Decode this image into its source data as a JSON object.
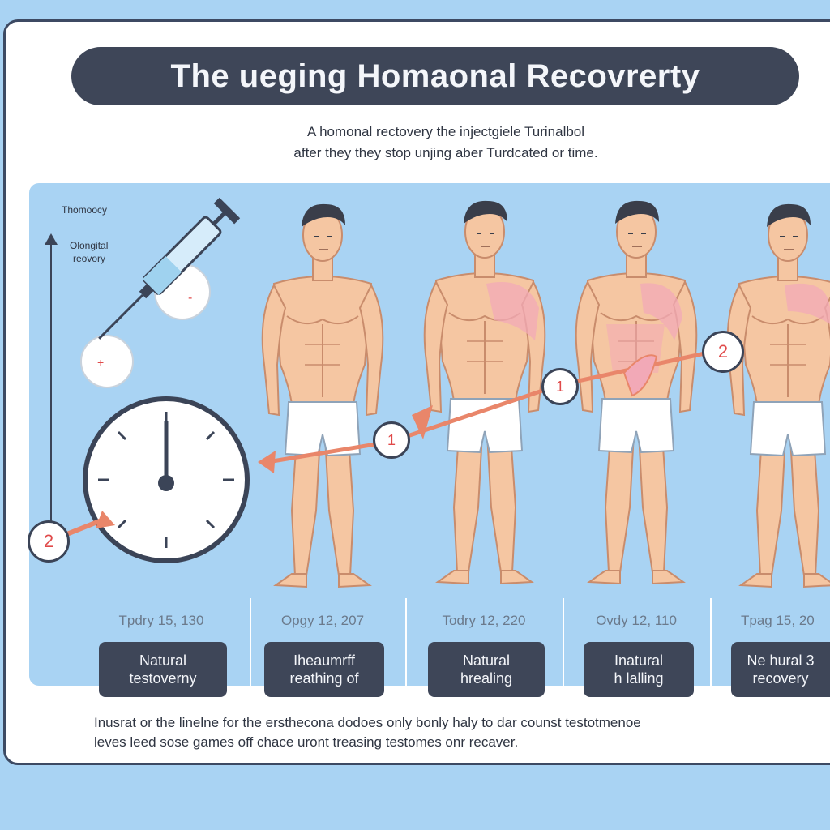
{
  "title": "The ueging Homaonal Recovrerty",
  "subtitle": {
    "line1": "A homonal  rectovery the injectgiele Turinalbol",
    "line2": "after they they stop unjing aber Turdcated or time."
  },
  "axis": {
    "top_label": "Thomoocy",
    "bottom_label_1": "Olongital",
    "bottom_label_2": "reovory"
  },
  "markers": {
    "clock_marker": "2",
    "first_marker": "1",
    "second_marker": "1",
    "third_marker": "2"
  },
  "stages": [
    {
      "date": "Tpdry 15, 130",
      "label_1": "Natural",
      "label_2": "testoverny"
    },
    {
      "date": "Opgy 12, 207",
      "label_1": "Iheaumrff",
      "label_2": "reathing of"
    },
    {
      "date": "Todry 12, 220",
      "label_1": "Natural",
      "label_2": "hrealing"
    },
    {
      "date": "Ovdy 12, 110",
      "label_1": "Inatural",
      "label_2": "h lalling"
    },
    {
      "date": "Tpag 15, 20",
      "label_1": "Ne hural 3",
      "label_2": "recovery"
    }
  ],
  "footnote": {
    "line1": "Inusrat or the linelne for the ersthecona dodoes only bonly haly to dar counst testotmenoe",
    "line2": "leves leed sose games off chace uront  treasing testomes onr recaver."
  },
  "colors": {
    "background": "#a9d3f3",
    "card": "#ffffff",
    "dark_badge": "#3e4658",
    "arrow": "#e9866a",
    "marker_text": "#e04a4a",
    "skin": "#f5c6a2",
    "hair": "#3a3e4a",
    "shorts": "#ffffff",
    "muscle_highlight": "#f2a9b7"
  },
  "icons": [
    "syringe-icon",
    "clock-icon",
    "human-figure-icon"
  ]
}
